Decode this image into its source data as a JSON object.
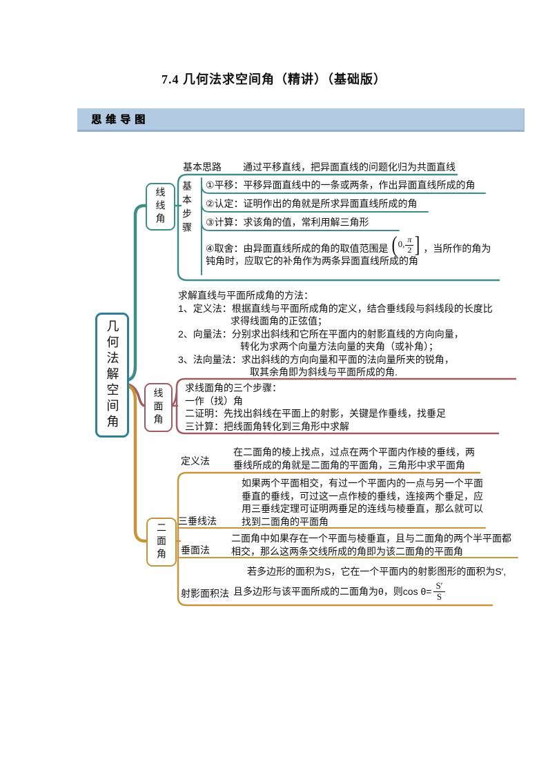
{
  "page": {
    "title": "7.4 几何法求空间角（精讲）（基础版）"
  },
  "banner": {
    "label": "思维导图"
  },
  "colors": {
    "banner_bg": "#b3cbe2",
    "root_border": "#2f7f97",
    "teal": "#3e8e88",
    "maroon": "#a05a60",
    "orange": "#c6953b"
  },
  "mindmap": {
    "root": "几何法解空间角",
    "branch1": {
      "label": "线线角",
      "idea_label": "基本思路",
      "idea_text": "通过平移直线，把异面直线的问题化归为共面直线",
      "steps_label": "基本步骤",
      "step1": "①平移：平移异面直线中的一条或两条，作出异面直线所成的角",
      "step2": "②认定：证明作出的角就是所求异面直线所成的角",
      "step3": "③计算：求该角的值，常利用解三角形",
      "step4": {
        "pre": "④取舍：由异面直线所成的角的取值范围是",
        "open": "(",
        "zero": "0,",
        "num": "π",
        "den": "2",
        "close": "]",
        "mid": "，当所作的角为",
        "line2": "钝角时，应取它的补角作为两条异面直线所成的角"
      }
    },
    "branch2": {
      "label": "线面角",
      "methods_lines": [
        "求解直线与平面所成角的方法：",
        "1、定义法：根据直线与平面所成角的定义，结合垂线段与斜线段的长度比",
        "求得线面角的正弦值；",
        "2、向量法：分别求出斜线和它所在平面内的射影直线的方向向量，",
        "转化为求两个向量方法向量的夹角（或补角）；",
        "3、法向量法：求出斜线的方向向量和平面的法向量所夹的锐角，",
        "取其余角即为斜线与平面所成的角."
      ],
      "steps_lines": [
        "求线面角的三个步骤：",
        "一作（找）角",
        "二证明：先找出斜线在平面上的射影，关键是作垂线，找垂足",
        "三计算：把线面角转化到三角形中求解"
      ]
    },
    "branch3": {
      "label": "二面角",
      "def": {
        "label": "定义法",
        "lines": [
          "在二面角的棱上找点，过点在两个平面内作棱的垂线，两",
          "垂线所成的角就是二面角的平面角，三角形中求平面角"
        ]
      },
      "tri": {
        "label": "三垂线法",
        "lines": [
          "如果两个平面相交，有过一个平面内的一点与另一个平面",
          "垂直的垂线，可过这一点作棱的垂线，连接两个垂足，应",
          "用三垂线定理可证明两垂足的连线与棱垂直，那么就可以",
          "找到二面角的平面角"
        ]
      },
      "perp": {
        "label": "垂面法",
        "lines": [
          "二面角中如果存在一个平面与棱垂直，且与二面角的两个半平面都",
          "相交，那么这两条交线所成的角即为该二面角的平面角"
        ]
      },
      "proj": {
        "label": "射影面积法",
        "line1": "若多边形的面积为S，它在一个平面内的射影图形的面积为S′,",
        "line2_pre": "且多边形与该平面所成的二面角为θ，则cos θ=",
        "frac_num": "S′",
        "frac_den": "S"
      }
    }
  }
}
